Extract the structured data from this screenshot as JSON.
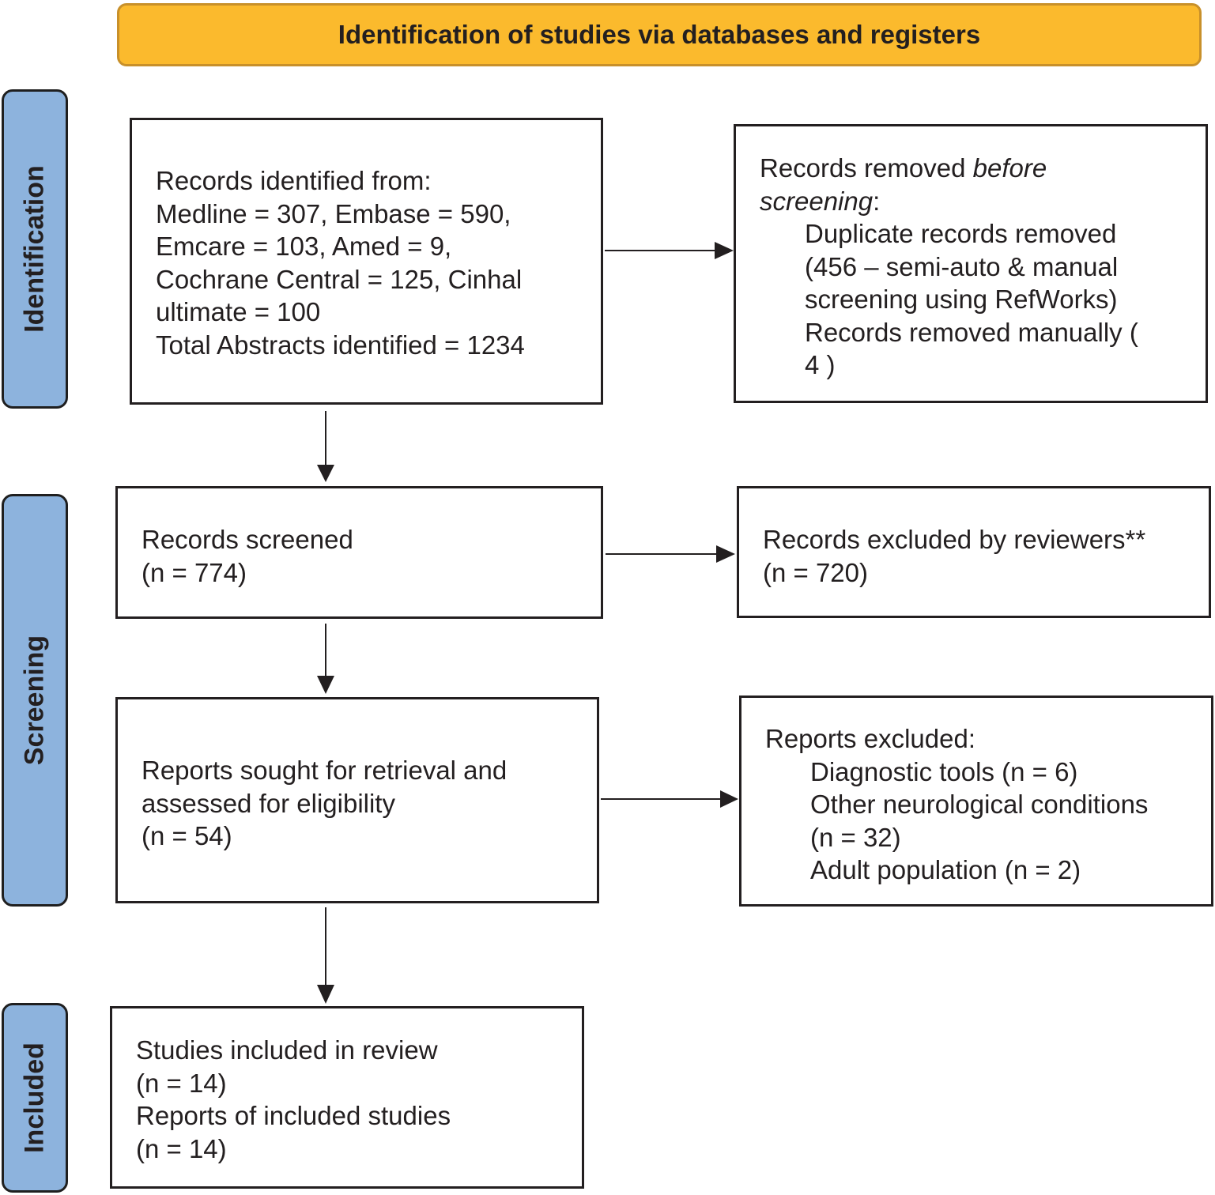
{
  "header": {
    "title": "Identification of studies via databases and registers"
  },
  "colors": {
    "header_fill": "#fbba2d",
    "header_border": "#c8902a",
    "side_tab_fill": "#8db3dd",
    "text": "#231f20"
  },
  "phases": {
    "identification": "Identification",
    "screening": "Screening",
    "included": "Included"
  },
  "identification": {
    "records_identified": [
      "Records identified from:",
      "Medline = 307, Embase = 590,",
      "Emcare = 103, Amed = 9,",
      "Cochrane Central = 125, Cinhal",
      "ultimate = 100",
      "Total Abstracts identified = 1234"
    ],
    "records_removed": {
      "prefix": "Records removed ",
      "emphasis_1": "before",
      "emphasis_2": "screening",
      "suffix": ":",
      "items": [
        "Duplicate records removed",
        "(456 – semi-auto & manual",
        "screening using RefWorks)",
        "Records removed manually (",
        "4 )"
      ]
    }
  },
  "screening": {
    "records_screened": [
      "Records screened",
      "(n = 774)"
    ],
    "records_excluded": [
      "Records excluded by reviewers**",
      "(n = 720)"
    ],
    "reports_sought": [
      "Reports sought for retrieval and",
      "assessed for eligibility",
      "(n = 54)"
    ],
    "reports_excluded": {
      "title": "Reports excluded:",
      "items": [
        "Diagnostic tools (n = 6)",
        "Other neurological conditions",
        "(n = 32)",
        "Adult population (n = 2)"
      ]
    }
  },
  "included": {
    "studies_included": [
      "Studies included in review",
      "(n = 14)",
      "Reports of included studies",
      "(n = 14)"
    ]
  }
}
